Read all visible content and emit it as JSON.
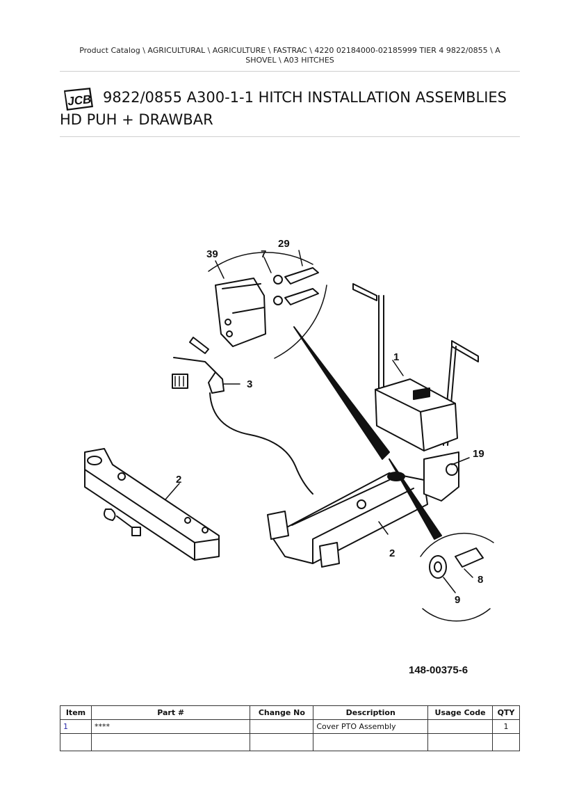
{
  "breadcrumb": {
    "line1": "Product Catalog  \\  AGRICULTURAL  \\  AGRICULTURE  \\  FASTRAC  \\  4220 02184000-02185999 TIER 4 9822/0855  \\  A",
    "line2": "SHOVEL  \\  A03 HITCHES"
  },
  "header": {
    "logo_text": "JCB",
    "title_line1": "9822/0855 A300-1-1 HITCH INSTALLATION ASSEMBLIES",
    "title_line2": "HD PUH + DRAWBAR"
  },
  "diagram": {
    "callouts": [
      "39",
      "7",
      "29",
      "1",
      "3",
      "19",
      "2",
      "2",
      "8",
      "9"
    ],
    "drawing_number": "148-00375-6"
  },
  "table": {
    "headers": [
      "Item",
      "Part #",
      "Change No",
      "Description",
      "Usage Code",
      "QTY"
    ],
    "rows": [
      {
        "item": "1",
        "part": "****",
        "change": "",
        "description": "Cover PTO Assembly",
        "usage": "",
        "qty": "1"
      }
    ]
  }
}
